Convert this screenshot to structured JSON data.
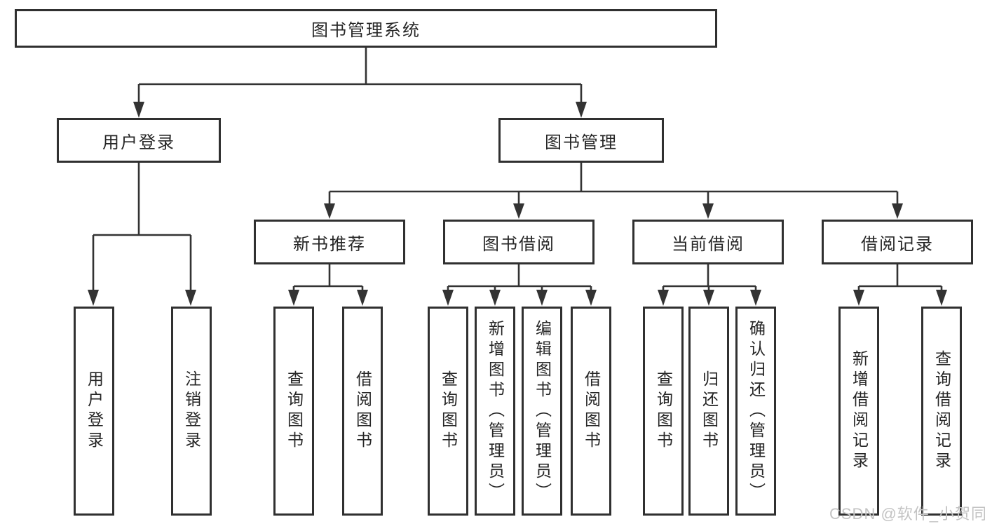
{
  "diagram": {
    "title": "图书管理系统",
    "root": {
      "label": "图书管理系统"
    },
    "level2": [
      {
        "label": "用户登录"
      },
      {
        "label": "图书管理"
      }
    ],
    "level3": [
      {
        "label": "新书推荐",
        "parent": "图书管理"
      },
      {
        "label": "图书借阅",
        "parent": "图书管理"
      },
      {
        "label": "当前借阅",
        "parent": "图书管理"
      },
      {
        "label": "借阅记录",
        "parent": "图书管理"
      }
    ],
    "leaves": [
      {
        "label": "用户登录",
        "parent": "用户登录"
      },
      {
        "label": "注销登录",
        "parent": "用户登录"
      },
      {
        "label": "查询图书",
        "parent": "新书推荐"
      },
      {
        "label": "借阅图书",
        "parent": "新书推荐"
      },
      {
        "label": "查询图书",
        "parent": "图书借阅"
      },
      {
        "label": "新增图书（管理员）",
        "parent": "图书借阅"
      },
      {
        "label": "编辑图书（管理员）",
        "parent": "图书借阅"
      },
      {
        "label": "借阅图书",
        "parent": "图书借阅"
      },
      {
        "label": "查询图书",
        "parent": "当前借阅"
      },
      {
        "label": "归还图书",
        "parent": "当前借阅"
      },
      {
        "label": "确认归还（管理员）",
        "parent": "当前借阅"
      },
      {
        "label": "新增借阅记录",
        "parent": "借阅记录"
      },
      {
        "label": "查询借阅记录",
        "parent": "借阅记录"
      }
    ],
    "colors": {
      "line": "#333333",
      "box_border": "#303030",
      "box_fill": "#ffffff",
      "text": "#262626",
      "background": "#ffffff",
      "watermark_text_color": "#c3c3c3"
    }
  },
  "watermark": {
    "text": "CSDN @软件_小贺同学"
  }
}
